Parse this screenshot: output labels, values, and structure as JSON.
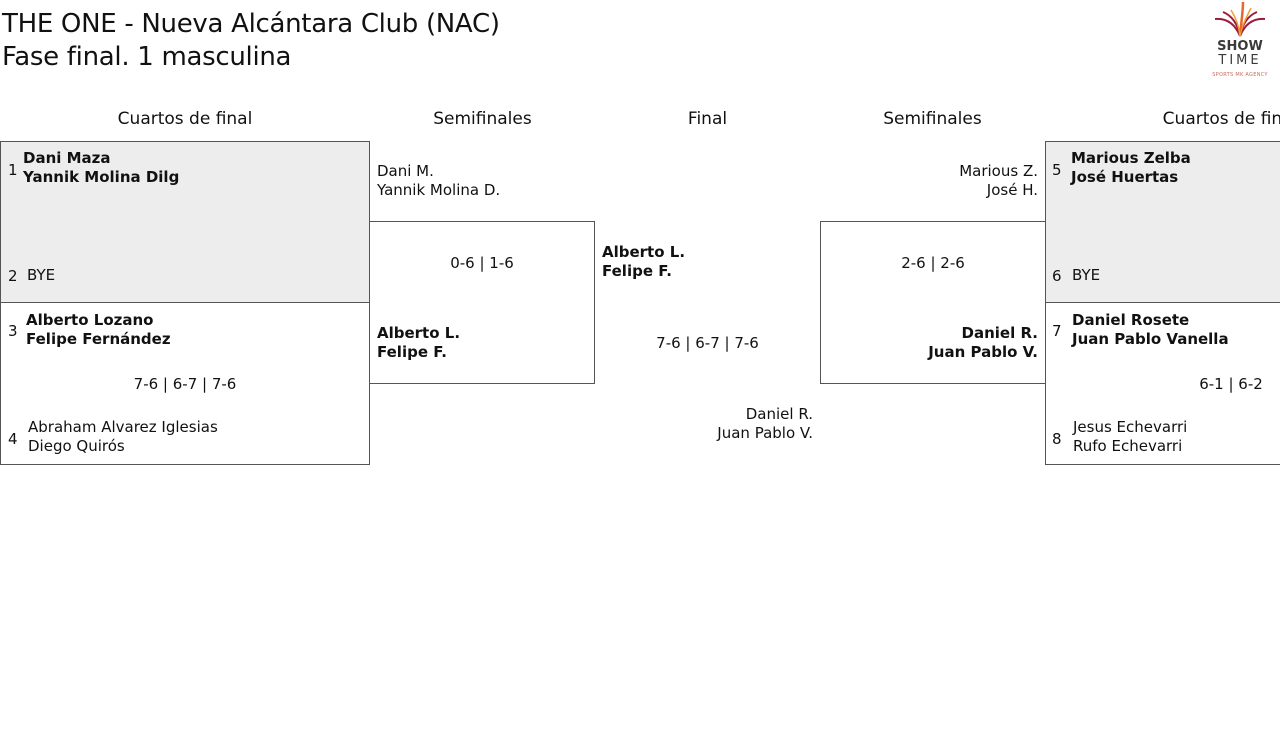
{
  "title": {
    "line1": "THE ONE - Nueva Alcántara Club (NAC)",
    "line2": "Fase final. 1 masculina"
  },
  "logo": {
    "line1": "SHOW",
    "line2": "TIME",
    "tagline": "SPORTS MK AGENCY",
    "colors": [
      "#9b1b3c",
      "#e8672f",
      "#f0a030"
    ]
  },
  "headers": {
    "qf_left": "Cuartos de final",
    "sf_left": "Semifinales",
    "final": "Final",
    "sf_right": "Semifinales",
    "qf_right": "Cuartos de final"
  },
  "quarterfinals_left": [
    {
      "top": {
        "seed": "1",
        "players": [
          "Dani Maza",
          "Yannik Molina Dilg"
        ],
        "winner": true
      },
      "bottom": {
        "seed": "2",
        "players": [
          "BYE"
        ],
        "winner": false
      },
      "score": ""
    },
    {
      "top": {
        "seed": "3",
        "players": [
          "Alberto Lozano",
          "Felipe Fernández"
        ],
        "winner": true
      },
      "bottom": {
        "seed": "4",
        "players": [
          "Abraham Alvarez Iglesias",
          "Diego Quirós"
        ],
        "winner": false
      },
      "score": "7-6 | 6-7 | 7-6"
    }
  ],
  "semifinal_left": {
    "top": {
      "players": [
        "Dani M.",
        "Yannik Molina D."
      ],
      "winner": false
    },
    "bottom": {
      "players": [
        "Alberto L.",
        "Felipe F."
      ],
      "winner": true
    },
    "score": "0-6 | 1-6"
  },
  "final": {
    "top": {
      "players": [
        "Alberto L.",
        "Felipe F."
      ],
      "winner": true
    },
    "bottom": {
      "players": [
        "Daniel R.",
        "Juan Pablo V."
      ],
      "winner": false
    },
    "score": "7-6 | 6-7 | 7-6"
  },
  "semifinal_right": {
    "top": {
      "players": [
        "Marious Z.",
        "José H."
      ],
      "winner": false
    },
    "bottom": {
      "players": [
        "Daniel R.",
        "Juan Pablo V."
      ],
      "winner": true
    },
    "score": "2-6 | 2-6"
  },
  "quarterfinals_right": [
    {
      "top": {
        "seed": "5",
        "players": [
          "Marious Zelba",
          "José Huertas"
        ],
        "winner": true
      },
      "bottom": {
        "seed": "6",
        "players": [
          "BYE"
        ],
        "winner": false
      },
      "score": ""
    },
    {
      "top": {
        "seed": "7",
        "players": [
          "Daniel Rosete",
          "Juan Pablo Vanella"
        ],
        "winner": true
      },
      "bottom": {
        "seed": "8",
        "players": [
          "Jesus Echevarri",
          "Rufo Echevarri"
        ],
        "winner": false
      },
      "score": "6-1 | 6-2"
    }
  ]
}
